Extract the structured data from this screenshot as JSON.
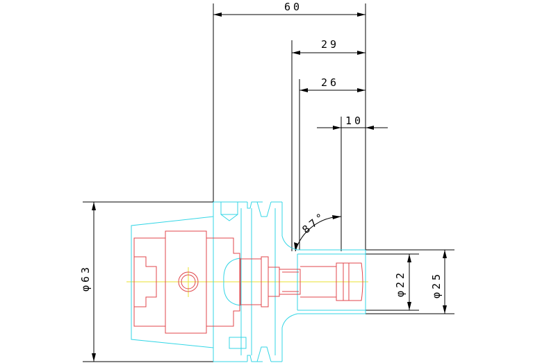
{
  "drawing": {
    "colors": {
      "outline_tool": "#33d6e6",
      "outline_inner": "#e0464b",
      "centerline": "#e8e030",
      "dimension": "#000000"
    },
    "dimensions": {
      "overall_length": "60",
      "length_29": "29",
      "length_26": "26",
      "length_10": "10",
      "angle": "87°",
      "dia_63": "φ63",
      "dia_22": "φ22",
      "dia_25": "φ25"
    }
  }
}
